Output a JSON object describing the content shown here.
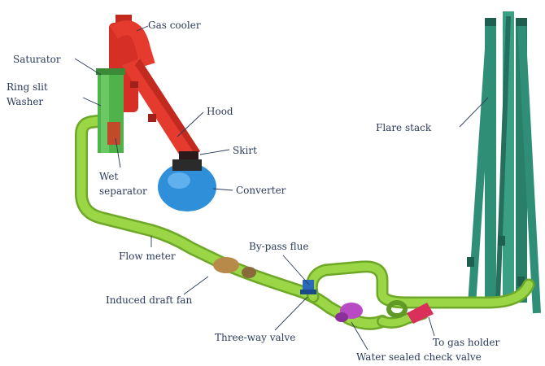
{
  "labels": {
    "gas_cooler": "Gas cooler",
    "saturator": "Saturator",
    "venturi_line1": "Ring slit",
    "venturi_line2": "Washer",
    "hood": "Hood",
    "skirt": "Skirt",
    "converter": "Converter",
    "drain_line1": "Wet",
    "drain_line2": "separator",
    "flare_stack": "Flare stack",
    "flow_meter": "Flow meter",
    "bypass_flue": "By-pass flue",
    "id_fan": "Induced draft fan",
    "three_way_valve": "Three-way valve",
    "water_sealed_valve": "Water sealed check valve",
    "to_gas_holder": "To gas holder"
  },
  "colors": {
    "gas_cooler": "#e53b2f",
    "saturator": "#4fb24a",
    "converter": "#2f8fd8",
    "pipe": "#8fd13a",
    "flare_stack": "#2f8f76",
    "valve": "#b84bc4",
    "check_valve": "#d8305a",
    "fan": "#b88a4a",
    "label_text": "#2b3a5a"
  }
}
